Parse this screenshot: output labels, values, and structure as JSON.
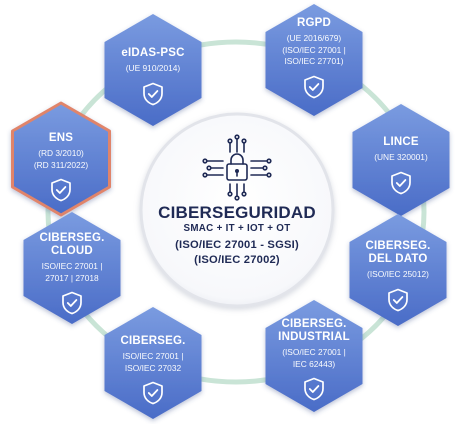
{
  "colors": {
    "hex_fill_top": "#7a9be0",
    "hex_fill_bottom": "#4a6cc7",
    "hex_highlight_border": "#e0846a",
    "ring": "#c9e4d6",
    "center_text": "#1f2a55",
    "center_border": "#e2e4ea"
  },
  "center": {
    "icon": "circuit-lock-icon",
    "title": "CIBERSEGURIDAD",
    "subtitle": "SMAC + IT + IOT + OT",
    "standard_1": "(ISO/IEC 27001 - SGSI)",
    "standard_2": "(ISO/IEC 27002)"
  },
  "hexagons": [
    {
      "id": "eidas",
      "title_lines": [
        "eIDAS-PSC"
      ],
      "sub_lines": [
        "(UE 910/2014)"
      ],
      "icon": "shield-check-icon",
      "highlighted": false
    },
    {
      "id": "rgpd",
      "title_lines": [
        "RGPD"
      ],
      "sub_lines": [
        "(UE 2016/679)",
        "(ISO/IEC 27001 |",
        "ISO/IEC 27701)"
      ],
      "icon": "shield-check-icon",
      "highlighted": false
    },
    {
      "id": "ens",
      "title_lines": [
        "ENS"
      ],
      "sub_lines": [
        "(RD 3/2010)",
        "(RD 311/2022)"
      ],
      "icon": "shield-check-icon",
      "highlighted": true
    },
    {
      "id": "lince",
      "title_lines": [
        "LINCE"
      ],
      "sub_lines": [
        "(UNE 320001)"
      ],
      "icon": "shield-check-icon",
      "highlighted": false
    },
    {
      "id": "cloud",
      "title_lines": [
        "CIBERSEG.",
        "CLOUD"
      ],
      "sub_lines": [
        "ISO/IEC 27001 |",
        "27017 | 27018"
      ],
      "icon": "shield-check-icon",
      "highlighted": false
    },
    {
      "id": "dato",
      "title_lines": [
        "CIBERSEG.",
        "DEL DATO"
      ],
      "sub_lines": [
        "(ISO/IEC 25012)"
      ],
      "icon": "shield-check-icon",
      "highlighted": false
    },
    {
      "id": "ciberseg",
      "title_lines": [
        "CIBERSEG."
      ],
      "sub_lines": [
        "ISO/IEC 27001 |",
        "ISO/IEC 27032"
      ],
      "icon": "shield-check-icon",
      "highlighted": false
    },
    {
      "id": "industrial",
      "title_lines": [
        "CIBERSEG.",
        "INDUSTRIAL"
      ],
      "sub_lines": [
        "(ISO/IEC 27001 |",
        "IEC 62443)"
      ],
      "icon": "shield-check-icon",
      "highlighted": false
    }
  ]
}
